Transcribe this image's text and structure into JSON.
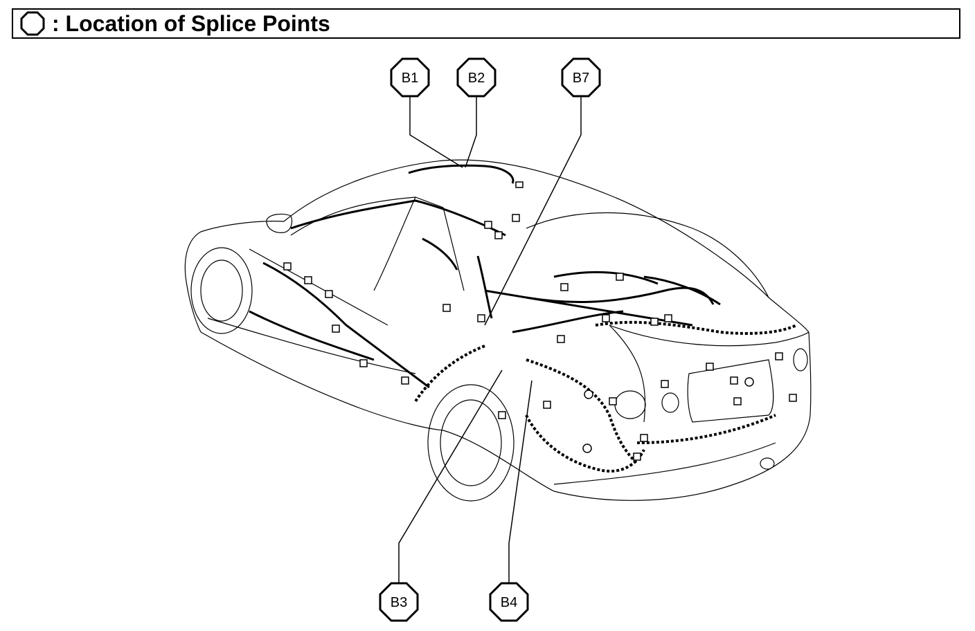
{
  "header": {
    "legend_icon": "octagon-icon",
    "title": ": Location of Splice Points"
  },
  "callouts": [
    {
      "id": "b1",
      "label": "B1"
    },
    {
      "id": "b2",
      "label": "B2"
    },
    {
      "id": "b7",
      "label": "B7"
    },
    {
      "id": "b3",
      "label": "B3"
    },
    {
      "id": "b4",
      "label": "B4"
    }
  ],
  "colors": {
    "line": "#000000",
    "background": "#ffffff"
  }
}
